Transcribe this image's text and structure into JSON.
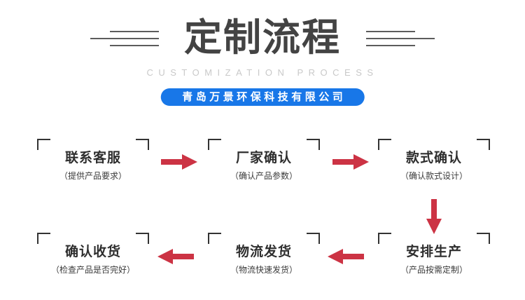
{
  "header": {
    "title": "定制流程",
    "subtitle": "CUSTOMIZATION PROCESS",
    "company": "青岛万景环保科技有限公司",
    "accent_blue": "#1877e8",
    "title_color": "#434343",
    "subtitle_color": "#c9c9c9"
  },
  "flow": {
    "arrow_color": "#cc3344",
    "steps": [
      {
        "title": "联系客服",
        "sub": "（提供产品要求）"
      },
      {
        "title": "厂家确认",
        "sub": "（确认产品参数）"
      },
      {
        "title": "款式确认",
        "sub": "（确认款式设计）"
      },
      {
        "title": "安排生产",
        "sub": "（产品按需定制）"
      },
      {
        "title": "物流发货",
        "sub": "（物流快速发货）"
      },
      {
        "title": "确认收货",
        "sub": "（检查产品是否完好）"
      }
    ]
  }
}
